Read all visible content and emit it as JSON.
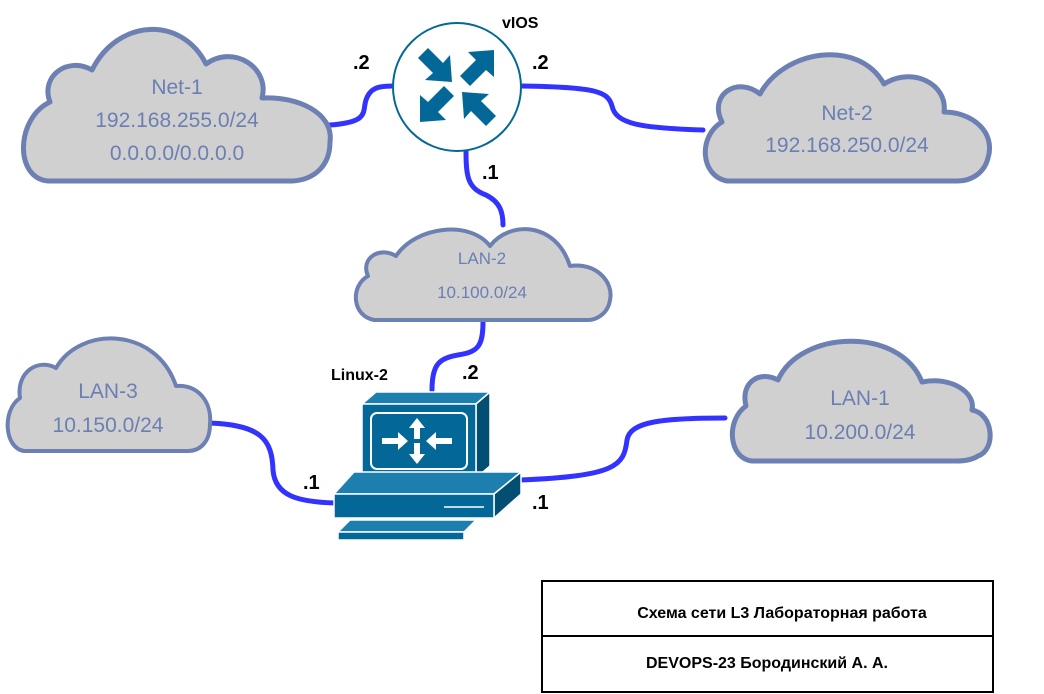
{
  "router": {
    "name": "vIOS"
  },
  "linux": {
    "name": "Linux-2"
  },
  "clouds": {
    "net1": {
      "name": "Net-1",
      "subnet": "192.168.255.0/24",
      "extra": "0.0.0.0/0.0.0.0"
    },
    "net2": {
      "name": "Net-2",
      "subnet": "192.168.250.0/24"
    },
    "lan2": {
      "name": "LAN-2",
      "subnet": "10.100.0/24"
    },
    "lan3": {
      "name": "LAN-3",
      "subnet": "10.150.0/24"
    },
    "lan1": {
      "name": "LAN-1",
      "subnet": "10.200.0/24"
    }
  },
  "ports": {
    "router_net1": ".2",
    "router_net2": ".2",
    "router_lan2": ".1",
    "linux_lan2": ".2",
    "linux_lan3": ".1",
    "linux_lan1": ".1"
  },
  "caption": {
    "title": "Схема сети L3 Лабораторная работа",
    "author": "DEVOPS-23  Бородинский А. А."
  },
  "colors": {
    "link": "#3333ff",
    "cloud_fill": "#d0d0d0",
    "cloud_stroke": "#6c80b3",
    "cloud_text": "#6b7fb3",
    "device": "#036897"
  }
}
